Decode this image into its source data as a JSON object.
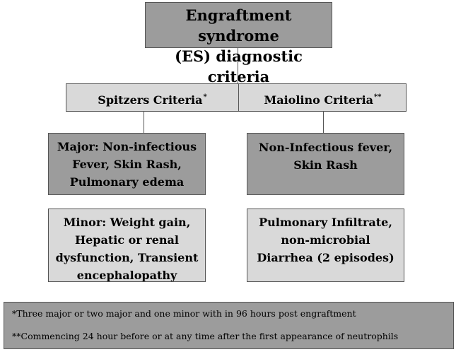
{
  "title": {
    "line1": "Engraftment syndrome",
    "line2": "(ES) diagnostic criteria"
  },
  "criteria": {
    "spitzer": {
      "label": "Spitzers Criteria",
      "mark": "*"
    },
    "maiolino": {
      "label": "Maiolino Criteria",
      "mark": "**"
    }
  },
  "spitzer_major": {
    "lines": [
      "Major: Non-infectious",
      "Fever, Skin Rash,",
      "Pulmonary edema"
    ]
  },
  "spitzer_minor": {
    "lines": [
      "Minor: Weight gain,",
      "Hepatic or renal",
      "dysfunction, Transient",
      "encephalopathy"
    ]
  },
  "maiolino_major": {
    "lines": [
      "Non-Infectious fever,",
      "Skin Rash"
    ]
  },
  "maiolino_minor": {
    "lines": [
      "Pulmonary Infiltrate,",
      "non-microbial",
      "Diarrhea (2 episodes)"
    ]
  },
  "footnotes": [
    "*Three major or two major and one minor with in 96 hours post engraftment",
    "**Commencing 24 hour before or at any time after the first appearance of neutrophils"
  ]
}
